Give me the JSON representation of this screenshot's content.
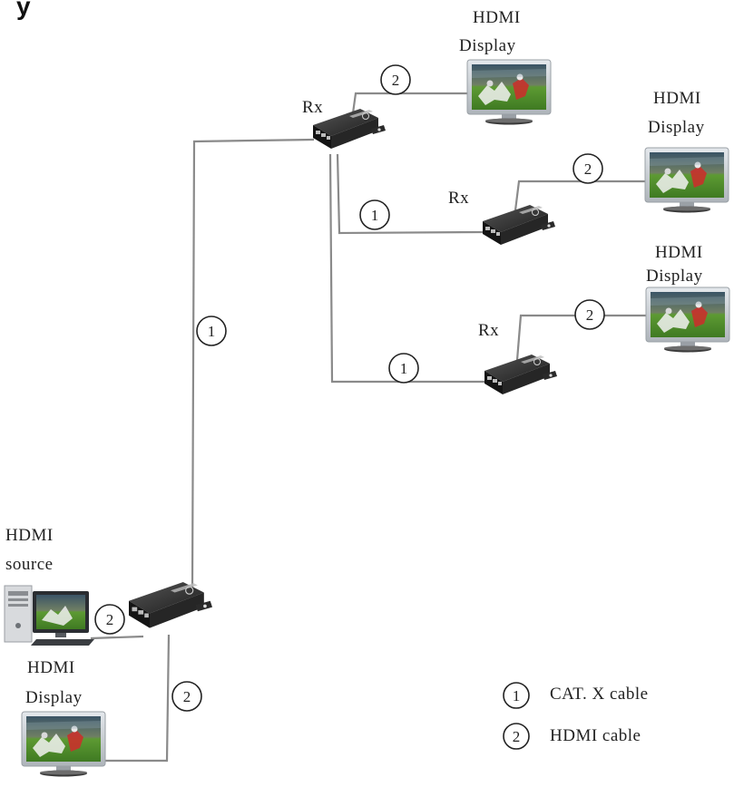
{
  "labels": {
    "rx": "Rx",
    "hdmi": "HDMI",
    "display": "Display",
    "source": "source",
    "heading_fragment": "y"
  },
  "markers": {
    "cat": "1",
    "hdmi": "2"
  },
  "legend": {
    "items": [
      {
        "number": "1",
        "text": "CAT. X cable"
      },
      {
        "number": "2",
        "text": "HDMI cable"
      }
    ]
  },
  "colors": {
    "cable": "#8a8a8a",
    "device_body": "#2b2b2b",
    "screen_grass": "#4f8a2b",
    "tv_frame": "#c8cdd2"
  }
}
